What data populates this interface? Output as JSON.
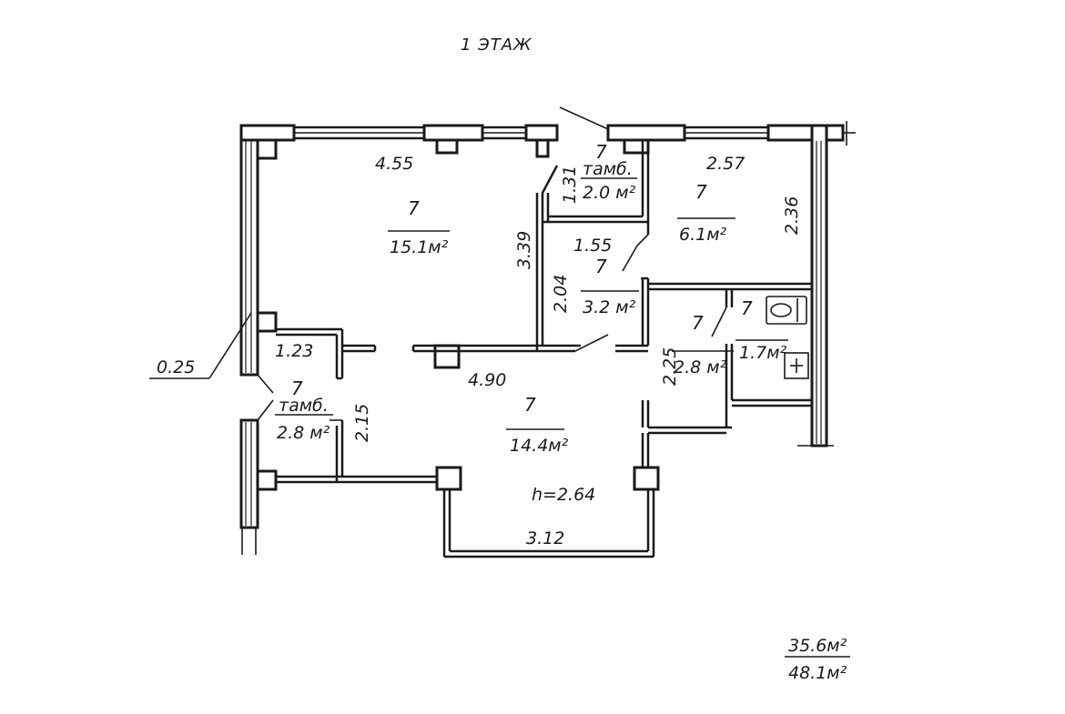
{
  "title": "1 ЭТАЖ",
  "dimensions": {
    "top_left_width": "4.55",
    "vestibule_top_width": "1.31",
    "right_room_width": "2.57",
    "right_room_height": "2.36",
    "main_room_height": "3.39",
    "corridor_width": "1.55",
    "corridor_height": "2.04",
    "left_niche_width": "1.23",
    "wall_thickness": "0.25",
    "middle_width": "4.90",
    "bath_height": "2.25",
    "left_vestibule_height": "2.15",
    "bottom_width": "3.12",
    "ceiling_height": "h=2.64"
  },
  "rooms": [
    {
      "number": "7",
      "label": "",
      "area": "15.1м²"
    },
    {
      "number": "7",
      "label": "тамб.",
      "area": "2.0 м²"
    },
    {
      "number": "7",
      "label": "",
      "area": "6.1м²"
    },
    {
      "number": "7",
      "label": "",
      "area": "3.2 м²"
    },
    {
      "number": "7",
      "label": "",
      "area": "2.8 м²"
    },
    {
      "number": "7",
      "label": "",
      "area": "1.7м²"
    },
    {
      "number": "7",
      "label": "тамб.",
      "area": "2.8 м²"
    },
    {
      "number": "7",
      "label": "",
      "area": "14.4м²"
    }
  ],
  "totals": {
    "living": "35.6м²",
    "total": "48.1м²"
  }
}
